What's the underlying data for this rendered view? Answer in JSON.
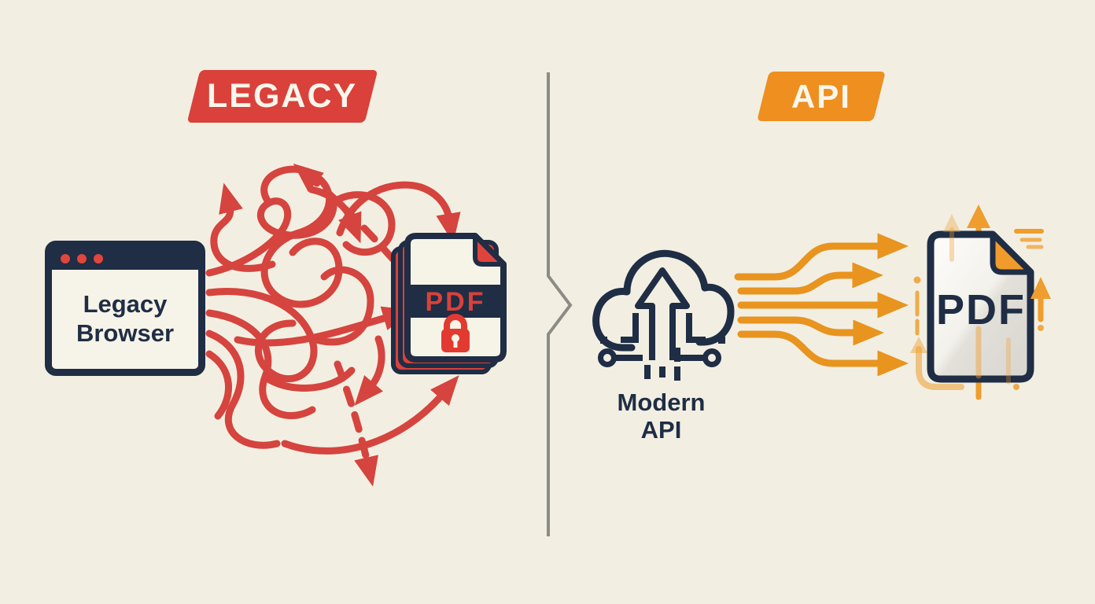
{
  "diagram_title": "Legacy browser vs Modern API PDF generation comparison",
  "colors": {
    "background": "#f2efe2",
    "navy": "#1f2d45",
    "legacy_red": "#d9413a",
    "tangle_red": "#d5443e",
    "api_orange": "#ee8f1f",
    "arrow_orange": "#e8941f",
    "divider_gray": "#8c8c85"
  },
  "badges": {
    "legacy": {
      "label": "LEGACY"
    },
    "api": {
      "label": "API"
    }
  },
  "legacy_side": {
    "browser": {
      "lines": [
        "Legacy",
        "Browser"
      ]
    },
    "pdf": {
      "label": "PDF"
    }
  },
  "api_side": {
    "cloud_caption_lines": [
      "Modern",
      "API"
    ],
    "pdf": {
      "label": "PDF"
    }
  }
}
